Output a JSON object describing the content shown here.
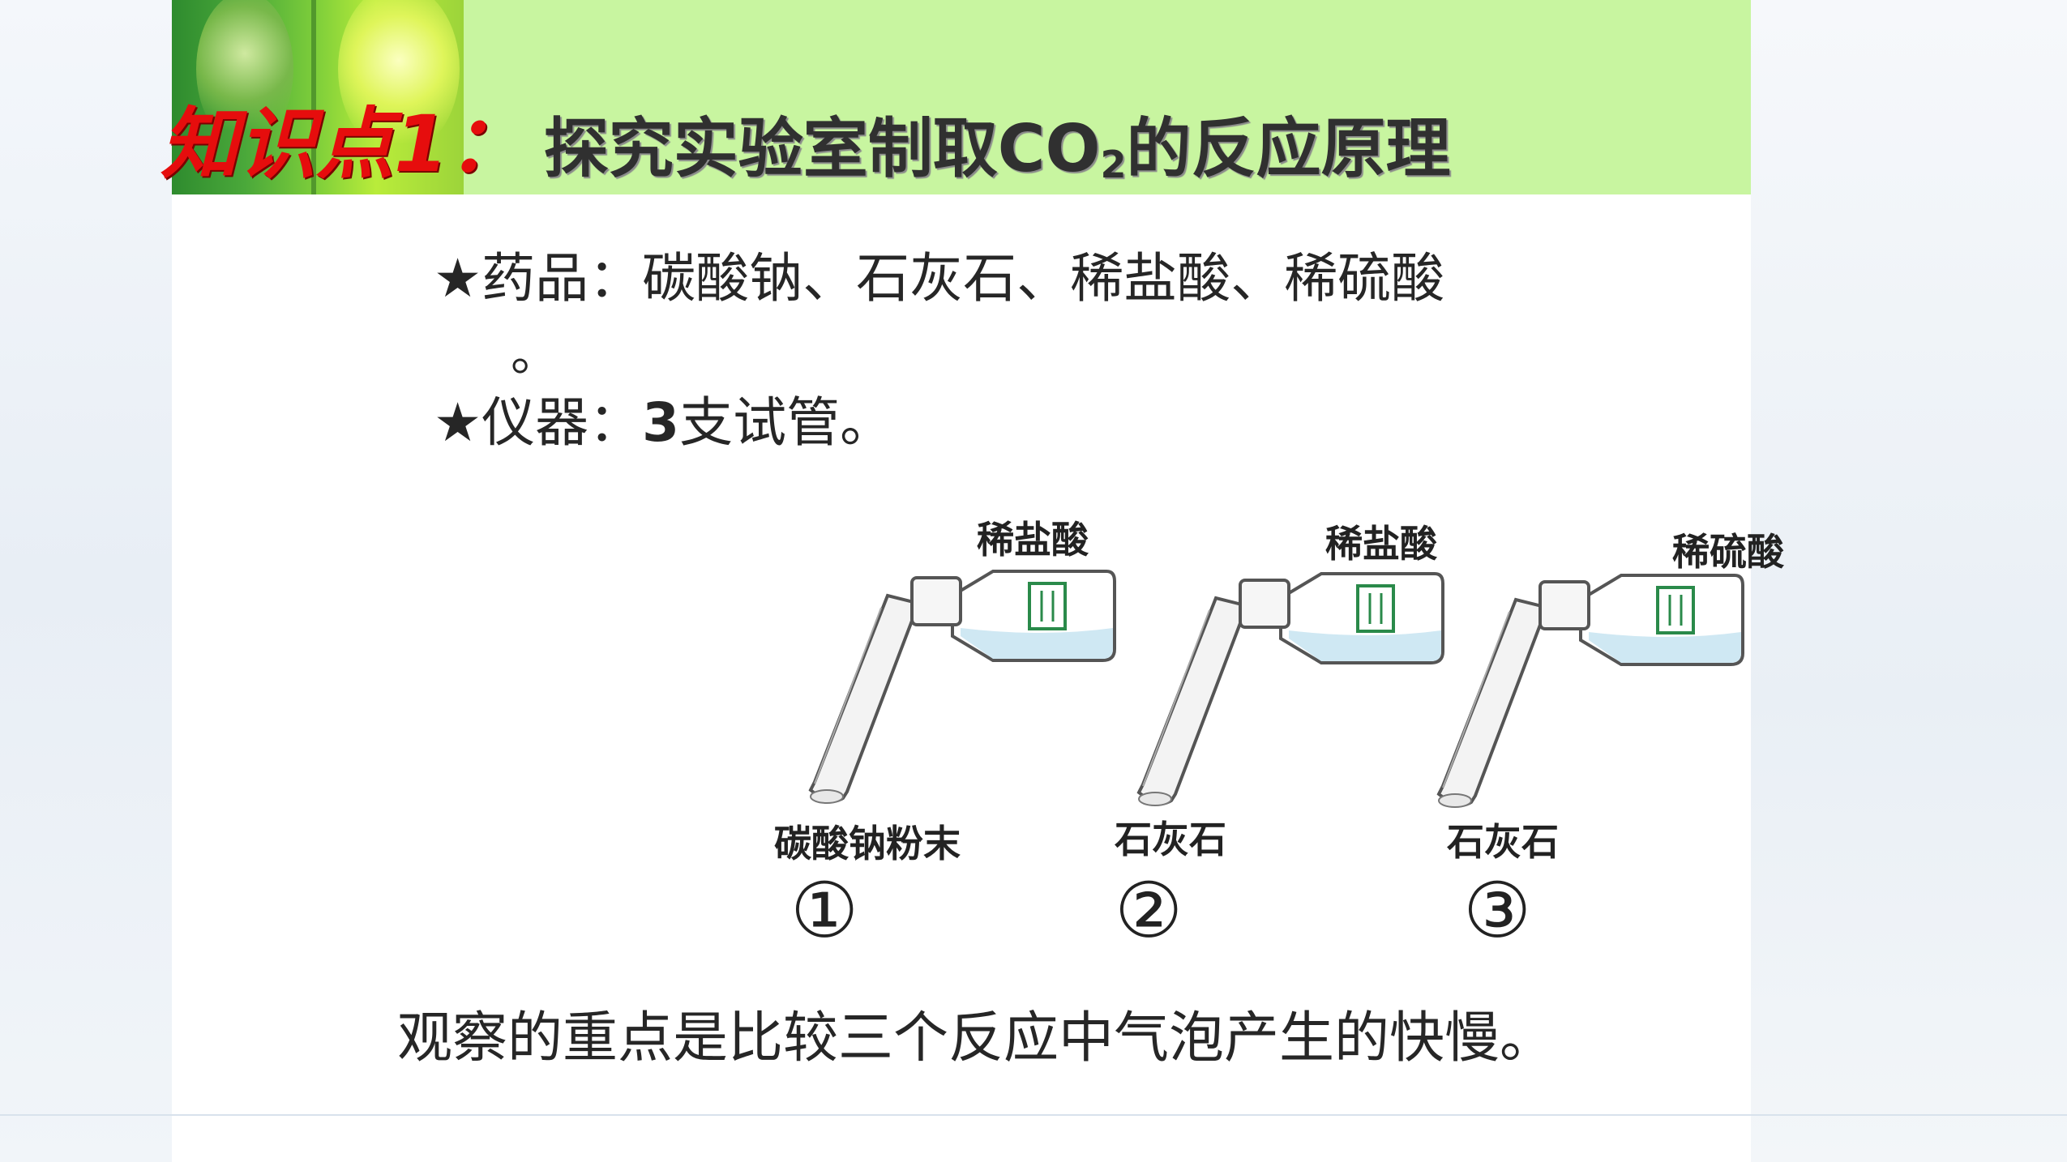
{
  "title": {
    "tag": "知识点1：",
    "main_prefix": "探究实验室制取CO",
    "main_sub": "2",
    "main_suffix": "的反应原理"
  },
  "content": {
    "star": "★",
    "reagents_label": "药品：",
    "reagents": "碳酸钠、石灰石、稀盐酸、稀硫酸",
    "reagents_end": "。",
    "apparatus_label": "仪器：",
    "apparatus_count": "3",
    "apparatus": "支试管。"
  },
  "experiments": [
    {
      "acid": "稀盐酸",
      "solid": "碳酸钠粉末",
      "number": "①"
    },
    {
      "acid": "稀盐酸",
      "solid": "石灰石",
      "number": "②"
    },
    {
      "acid": "稀硫酸",
      "solid": "石灰石",
      "number": "③"
    }
  ],
  "conclusion": "观察的重点是比较三个反应中气泡产生的快慢。",
  "colors": {
    "header_band": "#c8f5a0",
    "title_tag": "#e60d0d",
    "text": "#262626"
  }
}
